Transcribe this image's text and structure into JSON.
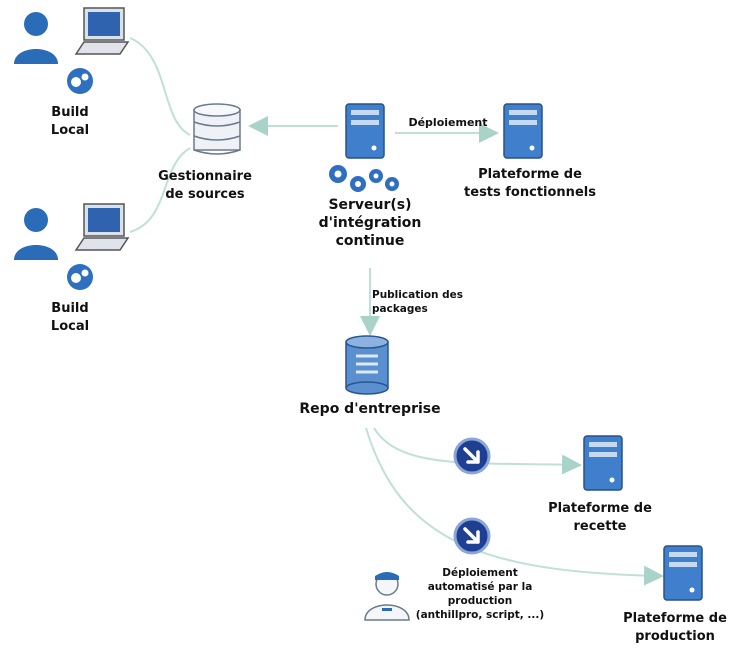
{
  "nodes": {
    "dev1": {
      "label_line1": "Build",
      "label_line2": "Local"
    },
    "dev2": {
      "label_line1": "Build",
      "label_line2": "Local"
    },
    "scm": {
      "label_line1": "Gestionnaire",
      "label_line2": "de sources"
    },
    "ci": {
      "label_line1": "Serveur(s)",
      "label_line2": "d'intégration",
      "label_line3": "continue"
    },
    "functional_tests": {
      "label_line1": "Plateforme de",
      "label_line2": "tests fonctionnels"
    },
    "repo": {
      "label": "Repo d'entreprise"
    },
    "recette": {
      "label_line1": "Plateforme de",
      "label_line2": "recette"
    },
    "production": {
      "label_line1": "Plateforme de",
      "label_line2": "production"
    },
    "prod_operator": {
      "label_line1": "Déploiement",
      "label_line2": "automatisé par la",
      "label_line3": "production",
      "label_line4": "(anthillpro, script, ...)"
    }
  },
  "edges": {
    "deploy_label": "Déploiement",
    "publish_line1": "Publication des",
    "publish_line2": "packages"
  },
  "colors": {
    "link": "#bfe0d8",
    "arrow": "#a9d3c8",
    "user": "#2b6cb8",
    "server": "#3f7fcb",
    "gear": "#2f6fbf",
    "db": "#5a8fd0"
  }
}
